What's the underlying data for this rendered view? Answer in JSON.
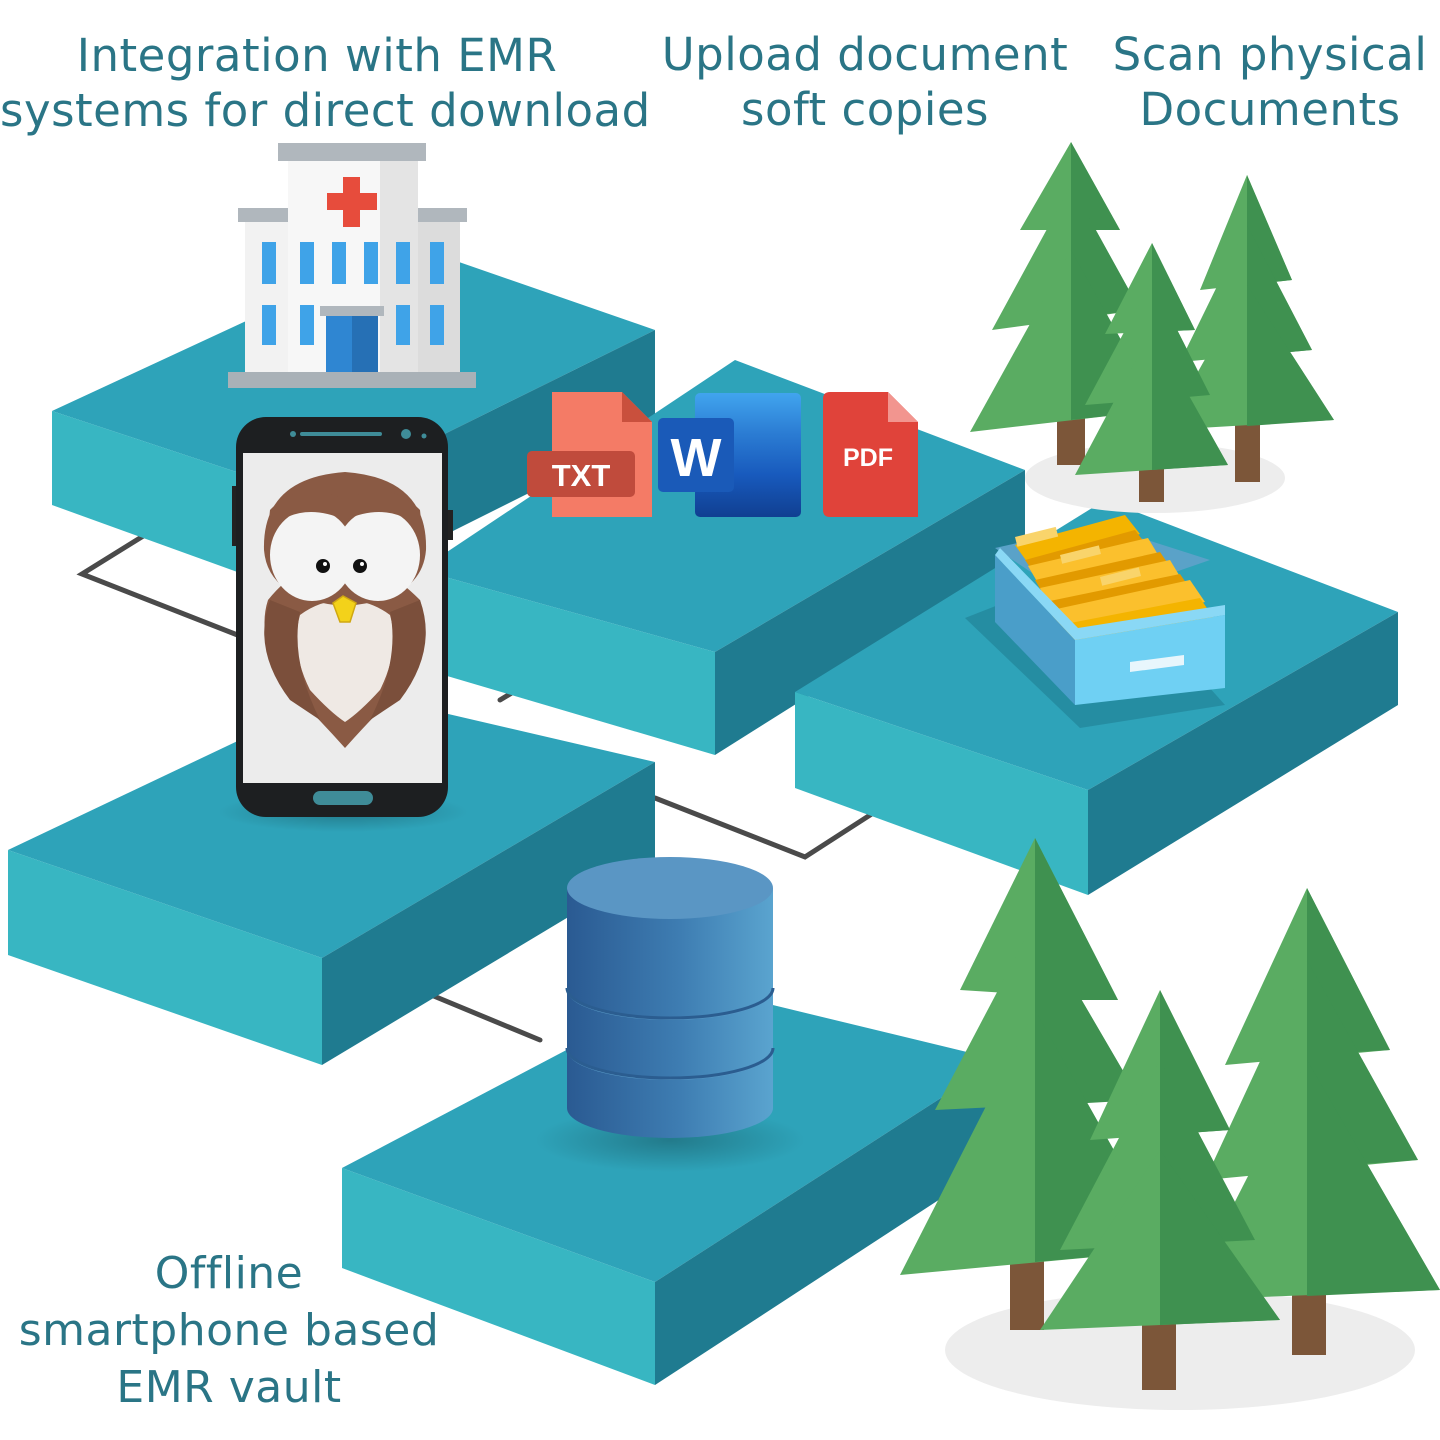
{
  "captions": {
    "emr_integration": [
      "Integration with EMR",
      "systems for direct download"
    ],
    "upload_docs": [
      "Upload document",
      "soft copies"
    ],
    "scan_docs": [
      "Scan physical",
      "Documents"
    ],
    "vault": [
      "Offline",
      "smartphone based",
      "EMR vault"
    ]
  },
  "file_badges": {
    "txt": "TXT",
    "word": "W",
    "pdf": "PDF"
  },
  "colors": {
    "platform_top": "#2ea3b9",
    "platform_front": "#38b6c2",
    "platform_side": "#1f7b90",
    "tree_light": "#5aac62",
    "tree_dark": "#3f9150",
    "trunk": "#7c5639",
    "caption_text": "#2a7586"
  }
}
